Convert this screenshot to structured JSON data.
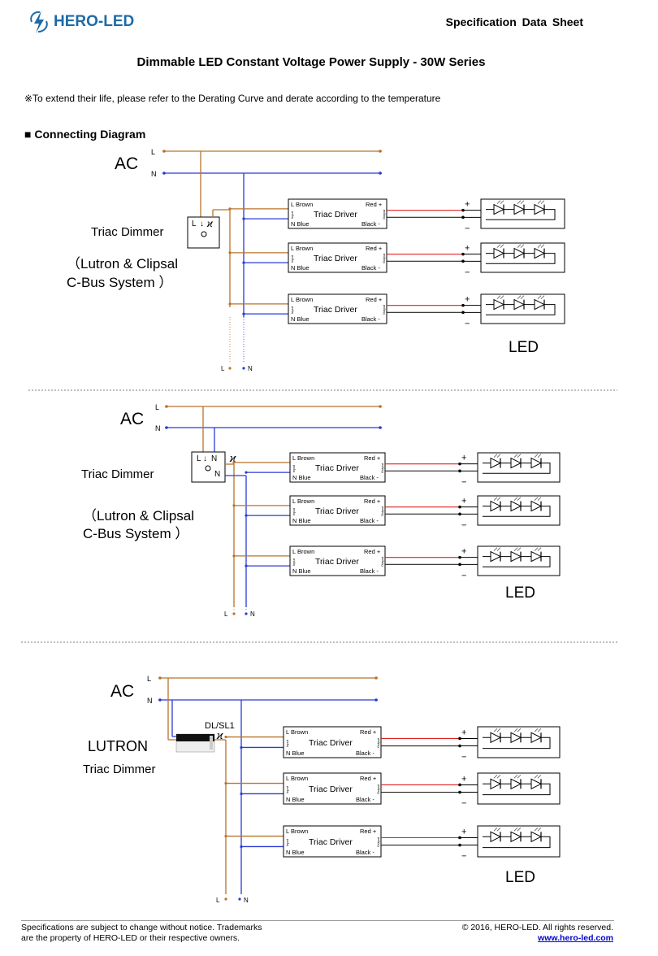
{
  "header": {
    "brand": "HERO-LED",
    "sheet_title": "Specification  Data  Sheet"
  },
  "title": "Dimmable LED Constant Voltage Power Supply - 30W Series",
  "note": "※To extend their life, please refer to the Derating Curve and derate according to the temperature",
  "section_title": "Connecting Diagram",
  "diagram1": {
    "ac": "AC",
    "l": "L",
    "n": "N",
    "dimmer": "Triac Dimmer",
    "system1": "（Lutron & Clipsal",
    "system2": "C-Bus System ）",
    "led": "LED"
  },
  "diagram2": {
    "ac": "AC",
    "l": "L",
    "n": "N",
    "dimmer": "Triac Dimmer",
    "system1": "（Lutron & Clipsal",
    "system2": "C-Bus System ）",
    "led": "LED"
  },
  "diagram3": {
    "ac": "AC",
    "l": "L",
    "n": "N",
    "brand": "LUTRON",
    "dimmer": "Triac Dimmer",
    "model": "DL/SL1",
    "led": "LED"
  },
  "driver": {
    "name": "Triac Driver",
    "l_brown": "L Brown",
    "n_blue": "N Blue",
    "red": "Red +",
    "black": "Black -",
    "input": "Input",
    "output": "Output"
  },
  "led_plus": "+",
  "led_minus": "−",
  "dimmer_l": "L",
  "dimmer_n": "N",
  "colors": {
    "live": "#b8732b",
    "neutral": "#2a3bd6",
    "positive": "#e02020",
    "negative": "#222222",
    "brand": "#1d6aa8"
  },
  "footer": {
    "left_line1": "Specifications are subject to change without notice. Trademarks",
    "left_line2": "are the property of HERO-LED  or their respective owners.",
    "copyright": "© 2016, HERO-LED. All rights reserved.",
    "url": "www.hero-led.com"
  }
}
